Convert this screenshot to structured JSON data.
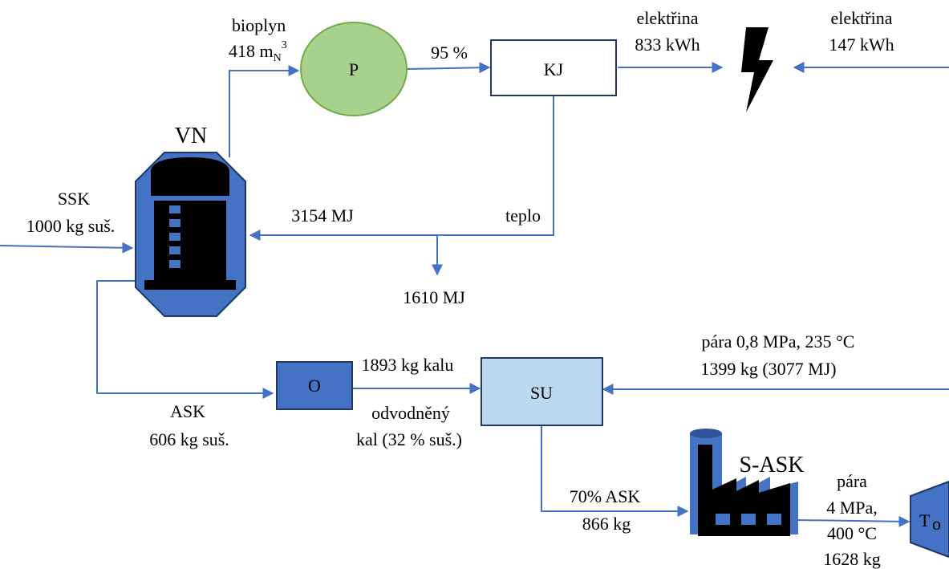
{
  "nodes": {
    "vn": "VN",
    "p": "P",
    "kj": "KJ",
    "o": "O",
    "su": "SU",
    "sask": "S-ASK",
    "to_main": "T",
    "to_sub": "o"
  },
  "labels": {
    "ssk_name": "SSK",
    "ssk_mass": "1000 kg suš.",
    "biogas_name": "bioplyn",
    "biogas_vol_num": "418 m",
    "biogas_vol_sub": "N",
    "biogas_vol_sup": "3",
    "p_to_kj": "95 %",
    "elec_out_name": "elektřina",
    "elec_out_val": "833 kWh",
    "elec_in_name": "elektřina",
    "elec_in_val": "147 kWh",
    "heat_name": "teplo",
    "heat_to_vn": "3154 MJ",
    "heat_out": "1610 MJ",
    "ask_name": "ASK",
    "ask_mass": "606 kg suš.",
    "sludge_top": "1893 kg kalu",
    "sludge_b1": "odvodněný",
    "sludge_b2": "kal (32 % suš.)",
    "steam_in_1": "pára 0,8 MPa, 235 °C",
    "steam_in_2": "1399 kg (3077 MJ)",
    "ask70_1": "70% ASK",
    "ask70_2": "866 kg",
    "steam_out_1": "pára",
    "steam_out_2": "4 MPa,",
    "steam_out_3": "400 °C",
    "steam_out_4": "1628 kg"
  },
  "colors": {
    "arrow": "#4472C4",
    "box_dark": "#4472C4",
    "box_light": "#BDD7EE",
    "circle_fill": "#A9D18E",
    "circle_stroke": "#70AD47",
    "black": "#000000"
  },
  "icons": {
    "lightning": "lightning-bolt-icon",
    "factory": "factory-icon",
    "digester": "digester-tank-icon",
    "turbine": "turbine-icon"
  }
}
